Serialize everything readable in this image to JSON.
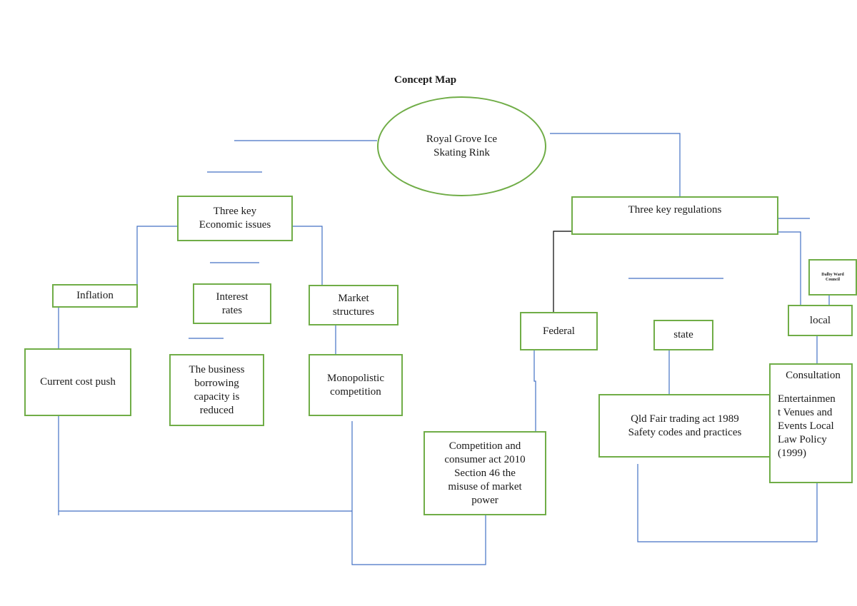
{
  "title": "Concept Map",
  "center": "Royal Grove Ice\nSkating Rink",
  "economic": {
    "heading": "Three key\nEconomic issues",
    "inflation": "Inflation",
    "interest": "Interest\nrates",
    "market": "Market\nstructures",
    "cost_push": "Current cost push",
    "borrowing": "The business\nborrowing\ncapacity is\nreduced",
    "monopolistic": "Monopolistic\ncompetition"
  },
  "regulations": {
    "heading": "Three key regulations",
    "federal": "Federal",
    "state": "state",
    "local": "local",
    "council": "Dalby Ward\nCouncil",
    "competition_act": "Competition and\nconsumer act 2010\nSection 46 the\nmisuse of market\npower",
    "qld_act": "Qld Fair trading act 1989\nSafety codes and practices",
    "consultation_title": "Consultation",
    "consultation_body": "Entertainmen\nt Venues and\nEvents Local\nLaw Policy\n(1999)"
  },
  "colors": {
    "box_border": "#70ad47",
    "connector": "#4472c4",
    "federal_connector": "#000000"
  }
}
